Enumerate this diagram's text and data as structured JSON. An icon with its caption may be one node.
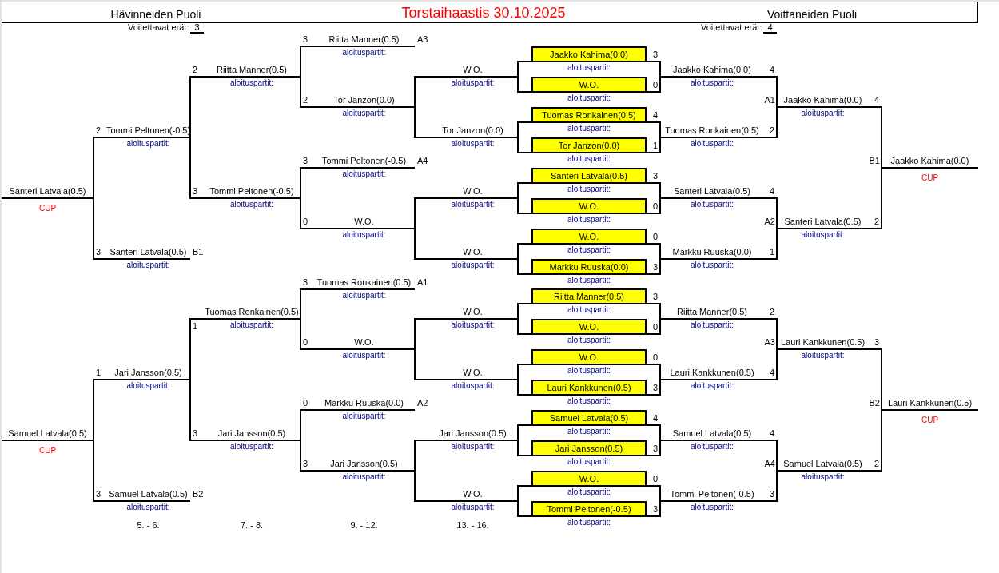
{
  "diagram": {
    "title": "Torstaihaastis 30.10.2025",
    "nodes": [
      {
        "text": [
          "Santeri Latvala(0.5)"
        ],
        "beside": [
          "CUP"
        ]
      },
      {
        "text": [
          "Samuel Latvala(0.5)"
        ],
        "beside": [
          "CUP"
        ]
      },
      {
        "text": [
          "Tommi Peltonen(-0.5)"
        ],
        "beside": [
          "2",
          "aloituspartit:"
        ]
      },
      {
        "text": [
          "Santeri Latvala(0.5)"
        ],
        "beside": [
          "3",
          "B1",
          "aloituspartit:"
        ]
      },
      {
        "text": [
          "Jari Jansson(0.5)"
        ],
        "beside": [
          "1",
          "aloituspartit:"
        ]
      },
      {
        "text": [
          "Samuel Latvala(0.5)"
        ],
        "beside": [
          "3",
          "B2",
          "aloituspartit:"
        ]
      },
      {
        "text": [
          "Riitta Manner(0.5)"
        ],
        "beside": [
          "2",
          "aloituspartit:"
        ]
      },
      {
        "text": [
          "Tommi Peltonen(-0.5)"
        ],
        "beside": [
          "3",
          "aloituspartit:"
        ]
      },
      {
        "text": [
          "Tuomas Ronkainen(0.5)"
        ],
        "beside": [
          "1",
          "aloituspartit:"
        ]
      },
      {
        "text": [
          "Jari Jansson(0.5)"
        ],
        "beside": [
          "3",
          "aloituspartit:"
        ]
      },
      {
        "text": [
          "Riitta Manner(0.5)"
        ],
        "beside": [
          "3",
          "A3",
          "aloituspartit:"
        ]
      },
      {
        "text": [
          "Tor Janzon(0.0)"
        ],
        "beside": [
          "2",
          "aloituspartit:"
        ]
      },
      {
        "text": [
          "Tommi Peltonen(-0.5)"
        ],
        "beside": [
          "3",
          "A4",
          "aloituspartit:"
        ]
      },
      {
        "text": [
          "W.O."
        ],
        "beside": [
          "0",
          "aloituspartit:"
        ]
      },
      {
        "text": [
          "Tuomas Ronkainen(0.5)"
        ],
        "beside": [
          "3",
          "A1",
          "aloituspartit:"
        ]
      },
      {
        "text": [
          "W.O."
        ],
        "beside": [
          "0",
          "aloituspartit:"
        ]
      },
      {
        "text": [
          "Markku Ruuska(0.0)"
        ],
        "beside": [
          "0",
          "A2",
          "aloituspartit:"
        ]
      },
      {
        "text": [
          "Jari Jansson(0.5)"
        ],
        "beside": [
          "3",
          "aloituspartit:"
        ]
      },
      {
        "text": [
          "W.O."
        ],
        "beside": [
          "aloituspartit:"
        ]
      },
      {
        "text": [
          "Tor Janzon(0.0)"
        ],
        "beside": [
          "aloituspartit:"
        ]
      },
      {
        "text": [
          "W.O."
        ],
        "beside": [
          "aloituspartit:"
        ]
      },
      {
        "text": [
          "W.O."
        ],
        "beside": [
          "aloituspartit:"
        ]
      },
      {
        "text": [
          "W.O."
        ],
        "beside": [
          "aloituspartit:"
        ]
      },
      {
        "text": [
          "W.O."
        ],
        "beside": [
          "aloituspartit:"
        ]
      },
      {
        "text": [
          "Jari Jansson(0.5)"
        ],
        "beside": [
          "aloituspartit:"
        ]
      },
      {
        "text": [
          "W.O."
        ],
        "beside": [
          "aloituspartit:"
        ]
      },
      {
        "text": [
          "Jaakko Kahima(0.0)"
        ],
        "beside": [
          "3",
          "aloituspartit:"
        ]
      },
      {
        "text": [
          "W.O."
        ],
        "beside": [
          "0",
          "aloituspartit:"
        ]
      },
      {
        "text": [
          "Tuomas Ronkainen(0.5)"
        ],
        "beside": [
          "4",
          "aloituspartit:"
        ]
      },
      {
        "text": [
          "Tor Janzon(0.0)"
        ],
        "beside": [
          "1",
          "aloituspartit:"
        ]
      },
      {
        "text": [
          "Santeri Latvala(0.5)"
        ],
        "beside": [
          "3",
          "aloituspartit:"
        ]
      },
      {
        "text": [
          "W.O."
        ],
        "beside": [
          "0",
          "aloituspartit:"
        ]
      },
      {
        "text": [
          "W.O."
        ],
        "beside": [
          "0",
          "aloituspartit:"
        ]
      },
      {
        "text": [
          "Markku Ruuska(0.0)"
        ],
        "beside": [
          "3",
          "aloituspartit:"
        ]
      },
      {
        "text": [
          "Riitta Manner(0.5)"
        ],
        "beside": [
          "3",
          "aloituspartit:"
        ]
      },
      {
        "text": [
          "W.O."
        ],
        "beside": [
          "0",
          "aloituspartit:"
        ]
      },
      {
        "text": [
          "W.O."
        ],
        "beside": [
          "0",
          "aloituspartit:"
        ]
      },
      {
        "text": [
          "Lauri Kankkunen(0.5)"
        ],
        "beside": [
          "3",
          "aloituspartit:"
        ]
      },
      {
        "text": [
          "Samuel Latvala(0.5)"
        ],
        "beside": [
          "4",
          "aloituspartit:"
        ]
      },
      {
        "text": [
          "Jari Jansson(0.5)"
        ],
        "beside": [
          "3",
          "aloituspartit:"
        ]
      },
      {
        "text": [
          "W.O."
        ],
        "beside": [
          "0",
          "aloituspartit:"
        ]
      },
      {
        "text": [
          "Tommi Peltonen(-0.5)"
        ],
        "beside": [
          "3",
          "aloituspartit:"
        ]
      },
      {
        "text": [
          "Jaakko Kahima(0.0)"
        ],
        "beside": [
          "4",
          "aloituspartit:"
        ]
      },
      {
        "text": [
          "Tuomas Ronkainen(0.5)"
        ],
        "beside": [
          "2",
          "aloituspartit:"
        ]
      },
      {
        "text": [
          "Santeri Latvala(0.5)"
        ],
        "beside": [
          "4",
          "aloituspartit:"
        ]
      },
      {
        "text": [
          "Markku Ruuska(0.0)"
        ],
        "beside": [
          "1",
          "aloituspartit:"
        ]
      },
      {
        "text": [
          "Riitta Manner(0.5)"
        ],
        "beside": [
          "2",
          "aloituspartit:"
        ]
      },
      {
        "text": [
          "Lauri Kankkunen(0.5)"
        ],
        "beside": [
          "4",
          "aloituspartit:"
        ]
      },
      {
        "text": [
          "Samuel Latvala(0.5)"
        ],
        "beside": [
          "4",
          "aloituspartit:"
        ]
      },
      {
        "text": [
          "Tommi Peltonen(-0.5)"
        ],
        "beside": [
          "3",
          "aloituspartit:"
        ]
      },
      {
        "text": [
          "Jaakko Kahima(0.0)"
        ],
        "beside": [
          "A1",
          "4",
          "aloituspartit:"
        ]
      },
      {
        "text": [
          "Santeri Latvala(0.5)"
        ],
        "beside": [
          "A2",
          "2",
          "aloituspartit:"
        ]
      },
      {
        "text": [
          "Lauri Kankkunen(0.5)"
        ],
        "beside": [
          "A3",
          "3",
          "aloituspartit:"
        ]
      },
      {
        "text": [
          "Samuel Latvala(0.5)"
        ],
        "beside": [
          "A4",
          "2",
          "aloituspartit:"
        ]
      },
      {
        "text": [
          "Jaakko Kahima(0.0)"
        ],
        "beside": [
          "B1",
          "CUP"
        ]
      },
      {
        "text": [
          "Lauri Kankkunen(0.5)"
        ],
        "beside": [
          "B2",
          "CUP"
        ]
      }
    ],
    "edges": [
      {
        "from": 2,
        "to": 0,
        "arrow": "none"
      },
      {
        "from": 3,
        "to": 0,
        "arrow": "none"
      },
      {
        "from": 4,
        "to": 1,
        "arrow": "none"
      },
      {
        "from": 5,
        "to": 1,
        "arrow": "none"
      },
      {
        "from": 6,
        "to": 2,
        "arrow": "none"
      },
      {
        "from": 7,
        "to": 2,
        "arrow": "none"
      },
      {
        "from": 8,
        "to": 4,
        "arrow": "none"
      },
      {
        "from": 9,
        "to": 4,
        "arrow": "none"
      },
      {
        "from": 10,
        "to": 6,
        "arrow": "none"
      },
      {
        "from": 11,
        "to": 6,
        "arrow": "none"
      },
      {
        "from": 12,
        "to": 7,
        "arrow": "none"
      },
      {
        "from": 13,
        "to": 7,
        "arrow": "none"
      },
      {
        "from": 14,
        "to": 8,
        "arrow": "none"
      },
      {
        "from": 15,
        "to": 8,
        "arrow": "none"
      },
      {
        "from": 16,
        "to": 9,
        "arrow": "none"
      },
      {
        "from": 17,
        "to": 9,
        "arrow": "none"
      },
      {
        "from": 18,
        "to": 11,
        "arrow": "none"
      },
      {
        "from": 19,
        "to": 11,
        "arrow": "none"
      },
      {
        "from": 20,
        "to": 13,
        "arrow": "none"
      },
      {
        "from": 21,
        "to": 13,
        "arrow": "none"
      },
      {
        "from": 22,
        "to": 15,
        "arrow": "none"
      },
      {
        "from": 23,
        "to": 15,
        "arrow": "none"
      },
      {
        "from": 24,
        "to": 17,
        "arrow": "none"
      },
      {
        "from": 25,
        "to": 17,
        "arrow": "none"
      },
      {
        "from": 26,
        "to": 18,
        "arrow": "none"
      },
      {
        "from": 27,
        "to": 18,
        "arrow": "none"
      },
      {
        "from": 28,
        "to": 19,
        "arrow": "none"
      },
      {
        "from": 29,
        "to": 19,
        "arrow": "none"
      },
      {
        "from": 30,
        "to": 20,
        "arrow": "none"
      },
      {
        "from": 31,
        "to": 20,
        "arrow": "none"
      },
      {
        "from": 32,
        "to": 21,
        "arrow": "none"
      },
      {
        "from": 33,
        "to": 21,
        "arrow": "none"
      },
      {
        "from": 34,
        "to": 22,
        "arrow": "none"
      },
      {
        "from": 35,
        "to": 22,
        "arrow": "none"
      },
      {
        "from": 36,
        "to": 23,
        "arrow": "none"
      },
      {
        "from": 37,
        "to": 23,
        "arrow": "none"
      },
      {
        "from": 38,
        "to": 24,
        "arrow": "none"
      },
      {
        "from": 39,
        "to": 24,
        "arrow": "none"
      },
      {
        "from": 40,
        "to": 25,
        "arrow": "none"
      },
      {
        "from": 41,
        "to": 25,
        "arrow": "none"
      },
      {
        "from": 26,
        "to": 42,
        "arrow": "none"
      },
      {
        "from": 27,
        "to": 42,
        "arrow": "none"
      },
      {
        "from": 28,
        "to": 43,
        "arrow": "none"
      },
      {
        "from": 29,
        "to": 43,
        "arrow": "none"
      },
      {
        "from": 30,
        "to": 44,
        "arrow": "none"
      },
      {
        "from": 31,
        "to": 44,
        "arrow": "none"
      },
      {
        "from": 32,
        "to": 45,
        "arrow": "none"
      },
      {
        "from": 33,
        "to": 45,
        "arrow": "none"
      },
      {
        "from": 34,
        "to": 46,
        "arrow": "none"
      },
      {
        "from": 35,
        "to": 46,
        "arrow": "none"
      },
      {
        "from": 36,
        "to": 47,
        "arrow": "none"
      },
      {
        "from": 37,
        "to": 47,
        "arrow": "none"
      },
      {
        "from": 38,
        "to": 48,
        "arrow": "none"
      },
      {
        "from": 39,
        "to": 48,
        "arrow": "none"
      },
      {
        "from": 40,
        "to": 49,
        "arrow": "none"
      },
      {
        "from": 41,
        "to": 49,
        "arrow": "none"
      },
      {
        "from": 42,
        "to": 50,
        "arrow": "none"
      },
      {
        "from": 43,
        "to": 50,
        "arrow": "none"
      },
      {
        "from": 44,
        "to": 51,
        "arrow": "none"
      },
      {
        "from": 45,
        "to": 51,
        "arrow": "none"
      },
      {
        "from": 46,
        "to": 52,
        "arrow": "none"
      },
      {
        "from": 47,
        "to": 52,
        "arrow": "none"
      },
      {
        "from": 48,
        "to": 53,
        "arrow": "none"
      },
      {
        "from": 49,
        "to": 53,
        "arrow": "none"
      },
      {
        "from": 50,
        "to": 54,
        "arrow": "none"
      },
      {
        "from": 51,
        "to": 54,
        "arrow": "none"
      },
      {
        "from": 52,
        "to": 55,
        "arrow": "none"
      },
      {
        "from": 53,
        "to": 55,
        "arrow": "none"
      }
    ],
    "labels": [
      "Hävinneiden Puoli",
      "Voittaneiden Puoli",
      "Voitettavat erät:",
      "3",
      "Voitettavat erät:",
      "4",
      "5. - 6.",
      "7. - 8.",
      "9. - 12.",
      "13. - 16."
    ]
  }
}
